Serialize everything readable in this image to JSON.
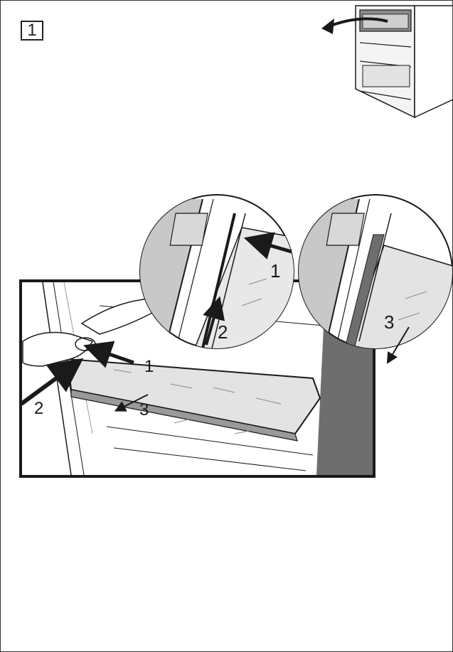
{
  "step": {
    "number": "1"
  },
  "callouts": {
    "main": {
      "label_1": "1",
      "label_2": "2",
      "label_3": "3"
    },
    "zoom_left": {
      "label_1": "1",
      "label_2": "2"
    },
    "zoom_right": {
      "label_3": "3"
    }
  },
  "colors": {
    "line": "#1a1a1a",
    "grey_panel": "#6e6e6e",
    "light_grey": "#c8c8c8",
    "glass": "#e3e3e3"
  }
}
